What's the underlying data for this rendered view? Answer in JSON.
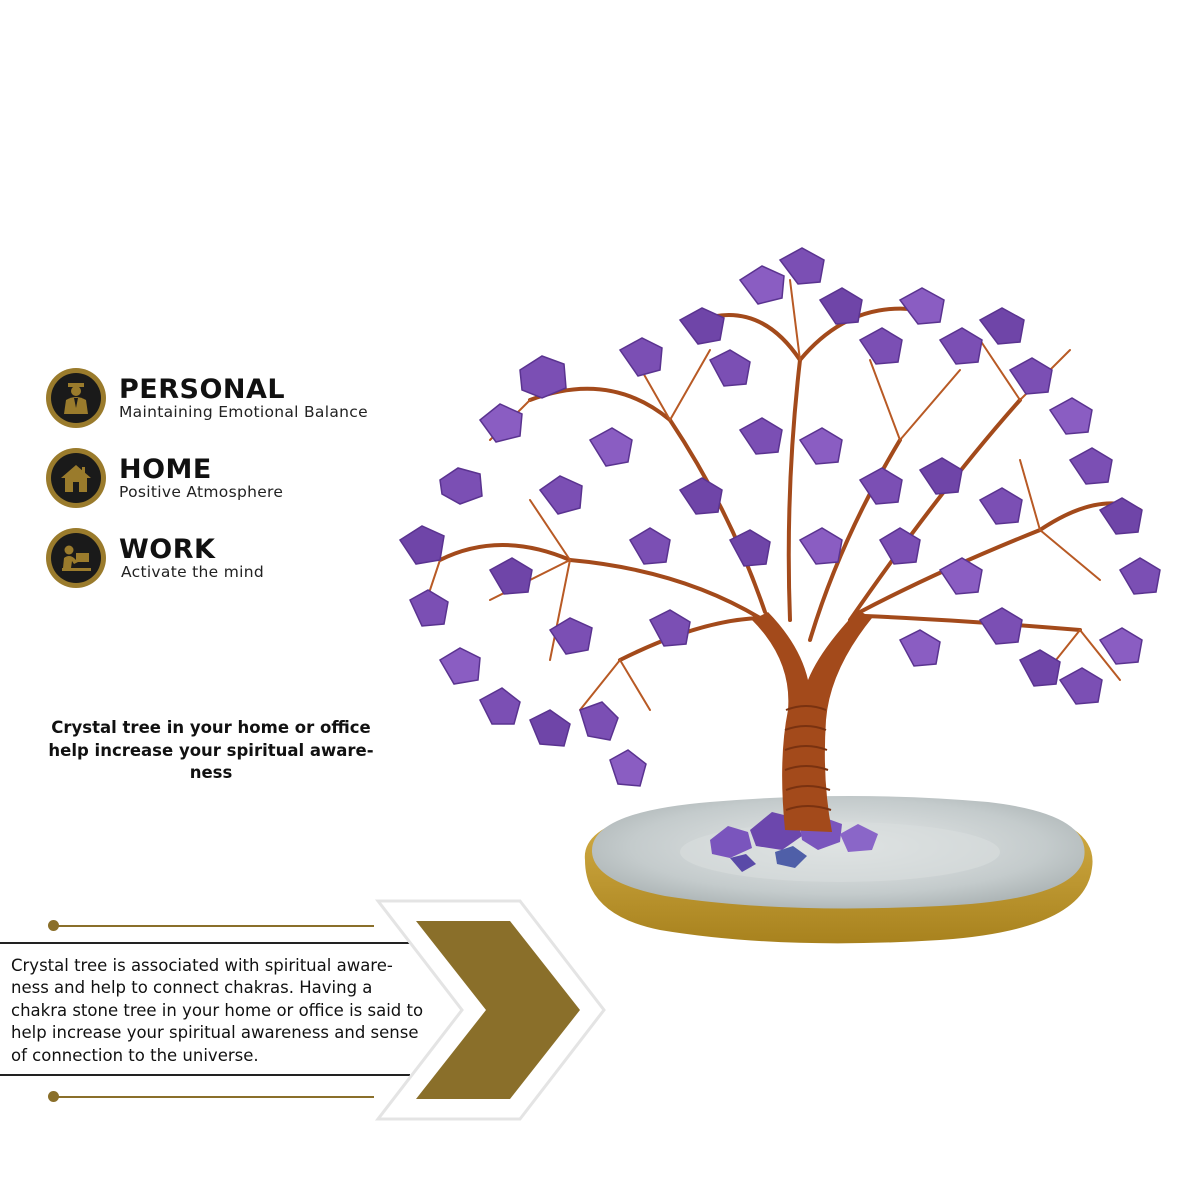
{
  "features": [
    {
      "icon": "businessman-icon",
      "title": "PERSONAL",
      "subtitle": "Maintaining Emotional Balance"
    },
    {
      "icon": "house-icon",
      "title": "HOME",
      "subtitle": "Positive  Atmosphere"
    },
    {
      "icon": "person-at-desk-icon",
      "title": "WORK",
      "subtitle": "Activate the mind"
    }
  ],
  "caption": "Crystal tree in your home or office help increase your spiritual aware- ness",
  "info": {
    "text": "Crystal tree is associated with spiritual aware- ness and help to connect chakras. Having a chakra stone tree in your home or office is said to help increase your spiritual awareness and sense of connection to the universe."
  },
  "colors": {
    "gold": "#9a7b2c",
    "amethyst": "#7a4fb3",
    "copper": "#a0481a",
    "agate": "#c9cfd0"
  },
  "hero_image": "amethyst-crystal-tree-photo"
}
